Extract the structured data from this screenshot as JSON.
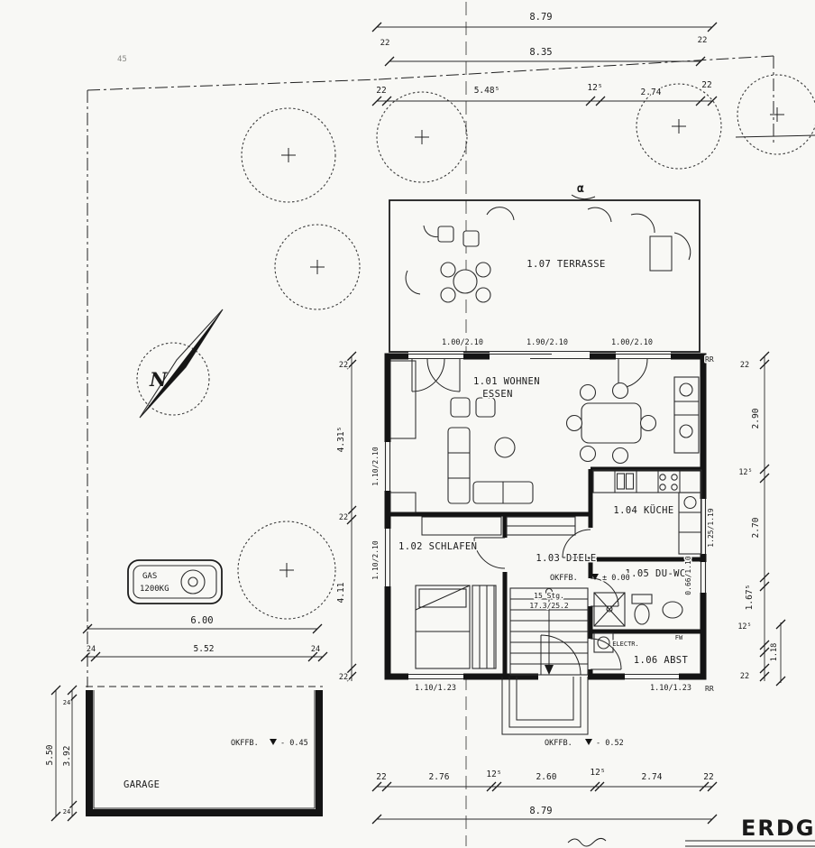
{
  "sheet": {
    "title_partial": "ERDGI"
  },
  "site": {
    "north_label": "N",
    "plot_note": "45",
    "section_marker": "α",
    "rr_top": "RR",
    "rr_bottom": "RR"
  },
  "rooms": {
    "terrasse": "1.07 TERRASSE",
    "wohnen_line1": "1.01 WOHNEN",
    "wohnen_line2": "ESSEN",
    "kueche": "1.04 KÜCHE",
    "schlafen": "1.02 SCHLAFEN",
    "diele": "1.03 DIELE",
    "du_wc": "1.05 DU-WC",
    "abst": "1.06 ABST",
    "garage": "GARAGE"
  },
  "levels": {
    "diele_prefix": "OKFFB.",
    "diele_value": "± 0.00",
    "entry_prefix": "OKFFB.",
    "entry_value": "- 0.52",
    "garage_prefix": "OKFFB.",
    "garage_value": "- 0.45"
  },
  "equipment": {
    "gas_line1": "GAS",
    "gas_line2": "1200KG",
    "electr": "ELECTR.",
    "fw": "FW",
    "stairs_line1": "15 Stg.",
    "stairs_line2": "17.3/25.2"
  },
  "dimensions": {
    "top_total": "8.79",
    "top_sub": "8.35",
    "top_sub_left": "22",
    "top_sub_right": "22",
    "top_row": [
      "22",
      "5.48⁵",
      "12⁵",
      "2.74",
      "22"
    ],
    "bottom_row": [
      "22",
      "2.76",
      "12⁵",
      "2.60",
      "12⁵",
      "2.74",
      "22"
    ],
    "bottom_total": "8.79",
    "left_col": [
      "22",
      "4.31⁵",
      "22",
      "4.11",
      "22"
    ],
    "right_col": [
      "22",
      "2.90",
      "12⁵",
      "2.70",
      "1.67⁵",
      "12⁵",
      "22"
    ],
    "right_extra": "1.18",
    "left_windows": [
      "1.10/2.10",
      "1.10/2.10"
    ],
    "right_windows": [
      "1.25/1.19",
      "0.66/1.10"
    ],
    "terrace_openings": [
      "1.00/2.10",
      "1.90/2.10",
      "1.00/2.10"
    ],
    "south_windows": [
      "1.10/1.23",
      "1.10/1.23"
    ],
    "gas_width": "6.00",
    "garage_width_row": [
      "24",
      "5.52",
      "24"
    ],
    "garage_height_total": "5.50",
    "garage_height_row": [
      "24",
      "3.92",
      "24"
    ]
  }
}
